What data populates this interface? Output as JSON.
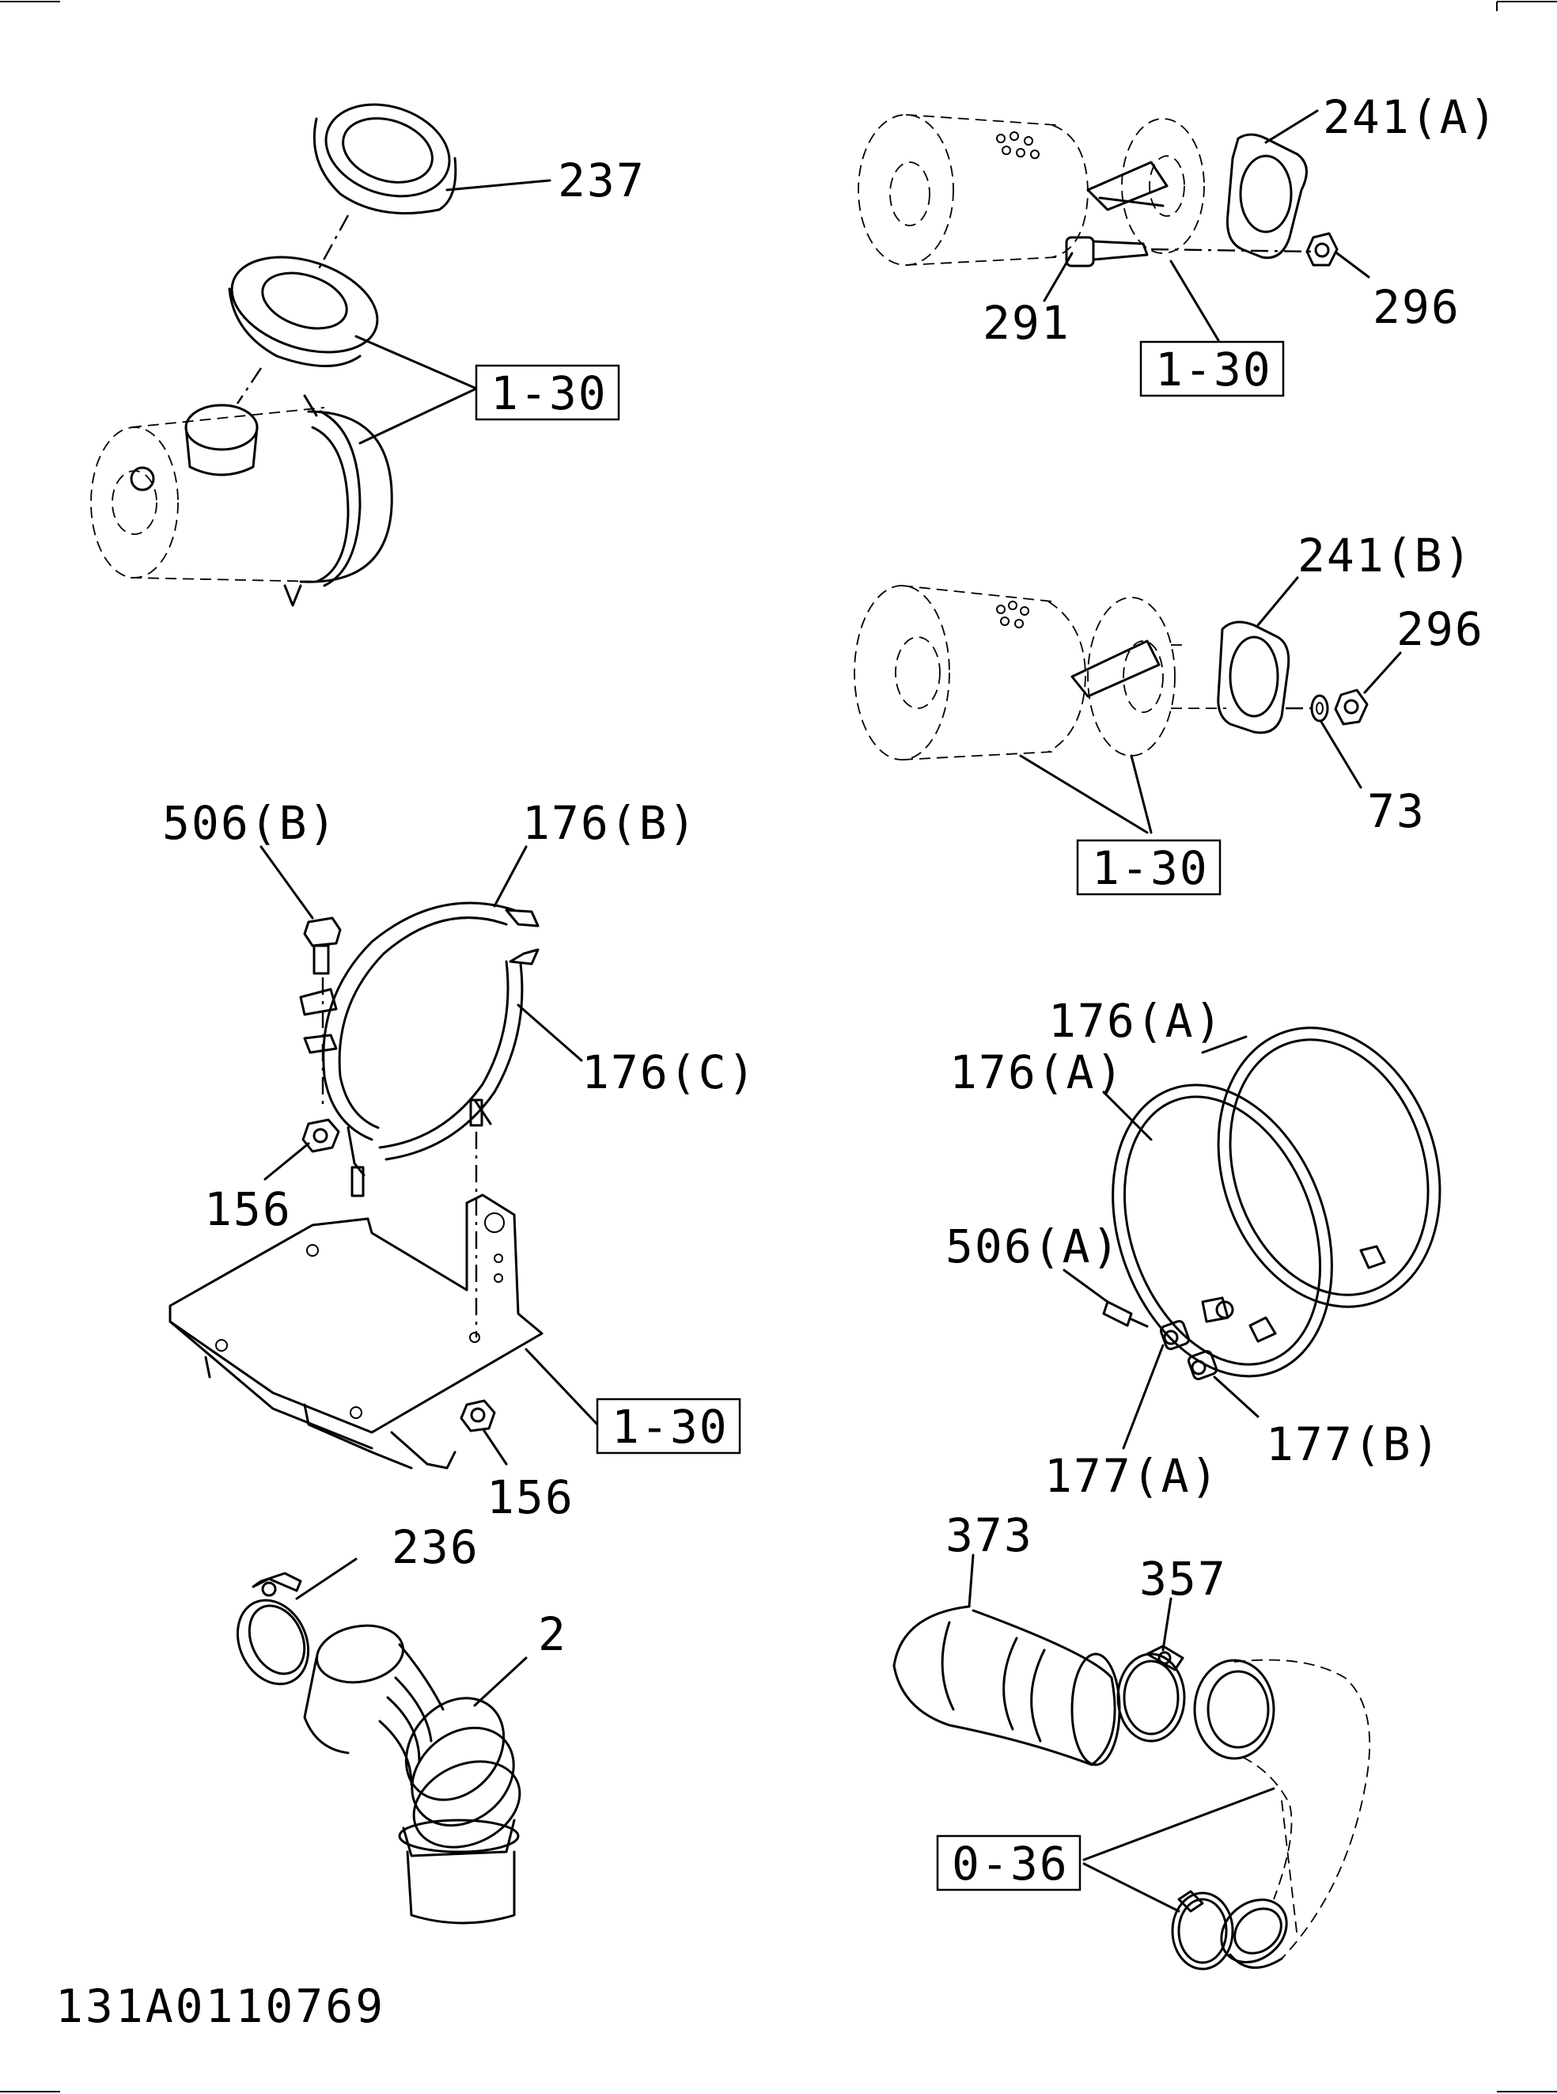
{
  "drawing_number": "131A0110769",
  "callouts": {
    "c237": "237",
    "c241a": "241(A)",
    "c291": "291",
    "c296a": "296",
    "c241b": "241(B)",
    "c296b": "296",
    "c73": "73",
    "c506b": "506(B)",
    "c176b": "176(B)",
    "c176c": "176(C)",
    "c156a": "156",
    "c156b": "156",
    "c176a1": "176(A)",
    "c176a2": "176(A)",
    "c506a": "506(A)",
    "c177a": "177(A)",
    "c177b": "177(B)",
    "c236": "236",
    "c2": "2",
    "c373": "373",
    "c357": "357"
  },
  "references": {
    "r1": "1-30",
    "r2": "1-30",
    "r3": "1-30",
    "r4": "1-30",
    "r5": "0-36"
  }
}
